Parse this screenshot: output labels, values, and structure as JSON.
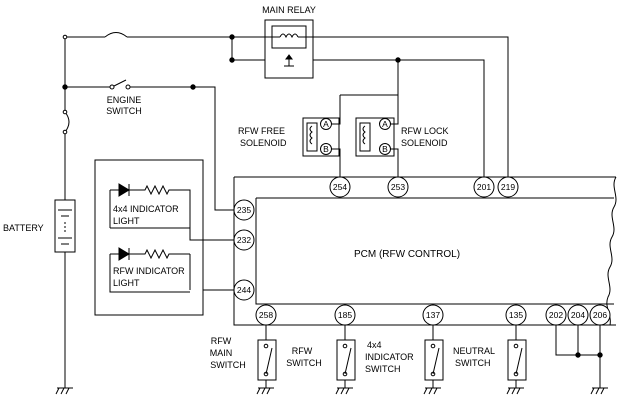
{
  "diagram": {
    "main_relay": "MAIN RELAY",
    "engine_switch": [
      "ENGINE",
      "SWITCH"
    ],
    "battery": "BATTERY",
    "rfw_free_solenoid": [
      "RFW FREE",
      "SOLENOID"
    ],
    "rfw_lock_solenoid": [
      "RFW LOCK",
      "SOLENOID"
    ],
    "terminal_a": "A",
    "terminal_b": "B",
    "indicator_4x4": [
      "4x4 INDICATOR",
      "LIGHT"
    ],
    "indicator_rfw": [
      "RFW INDICATOR",
      "LIGHT"
    ],
    "pcm": "PCM (RFW CONTROL)",
    "pins_top": [
      "254",
      "253",
      "201",
      "219"
    ],
    "pins_left": [
      "235",
      "232",
      "244"
    ],
    "pins_bottom": [
      "258",
      "185",
      "137",
      "135",
      "202",
      "204",
      "206"
    ],
    "rfw_main_switch": [
      "RFW",
      "MAIN",
      "SWITCH"
    ],
    "rfw_switch": [
      "RFW",
      "SWITCH"
    ],
    "indicator_switch_4x4": [
      "4x4",
      "INDICATOR",
      "SWITCH"
    ],
    "neutral_switch": [
      "NEUTRAL",
      "SWITCH"
    ]
  }
}
